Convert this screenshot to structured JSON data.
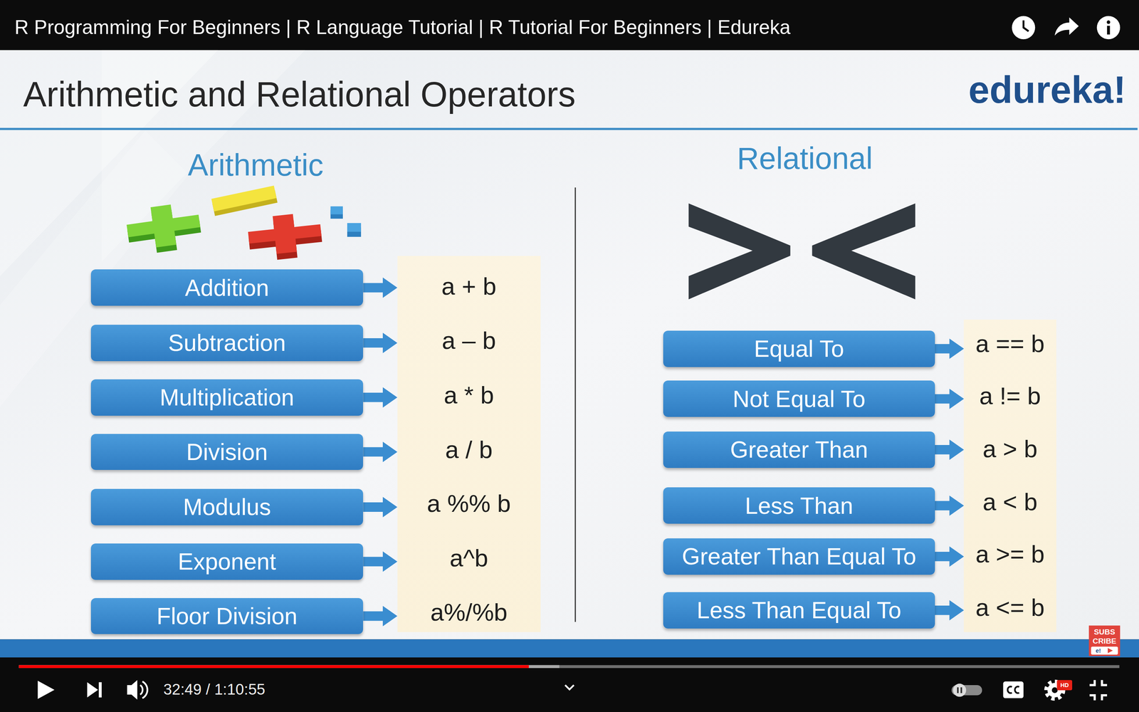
{
  "diagram": {
    "title": "Arithmetic and Relational Operators",
    "nodes": [
      {
        "text": [
          "Addition"
        ]
      },
      {
        "text": [
          "Subtraction"
        ]
      },
      {
        "text": [
          "Multiplication"
        ]
      },
      {
        "text": [
          "Division"
        ]
      },
      {
        "text": [
          "Modulus"
        ]
      },
      {
        "text": [
          "Exponent"
        ]
      },
      {
        "text": [
          "Floor Division"
        ]
      },
      {
        "text": [
          "a + b",
          "a – b",
          "a * b",
          "a / b",
          "a %% b",
          "a^b",
          "a%/%b"
        ]
      },
      {
        "text": [
          "Equal To"
        ]
      },
      {
        "text": [
          "Not Equal To"
        ]
      },
      {
        "text": [
          "Greater Than"
        ]
      },
      {
        "text": [
          "Less Than"
        ]
      },
      {
        "text": [
          "Greater Than Equal To"
        ]
      },
      {
        "text": [
          "Less Than Equal To"
        ]
      },
      {
        "text": [
          "a == b",
          "a != b",
          "a > b",
          "a < b",
          "a >= b",
          "a <= b"
        ]
      }
    ],
    "edges": [
      {
        "from": 0,
        "to": 7,
        "arrow": "to"
      },
      {
        "from": 1,
        "to": 7,
        "arrow": "to"
      },
      {
        "from": 2,
        "to": 7,
        "arrow": "to"
      },
      {
        "from": 3,
        "to": 7,
        "arrow": "to"
      },
      {
        "from": 4,
        "to": 7,
        "arrow": "to"
      },
      {
        "from": 5,
        "to": 7,
        "arrow": "to"
      },
      {
        "from": 6,
        "to": 7,
        "arrow": "to"
      },
      {
        "from": 8,
        "to": 14,
        "arrow": "to"
      },
      {
        "from": 9,
        "to": 14,
        "arrow": "to"
      },
      {
        "from": 10,
        "to": 14,
        "arrow": "to"
      },
      {
        "from": 11,
        "to": 14,
        "arrow": "to"
      },
      {
        "from": 12,
        "to": 14,
        "arrow": "to"
      },
      {
        "from": 13,
        "to": 14,
        "arrow": "to"
      }
    ],
    "labels": [
      "R Programming For Beginners | R Language Tutorial | R Tutorial For Beginners | Edureka",
      "edureka!",
      "Arithmetic",
      "Relational",
      "32:49 / 1:10:55",
      "SUBS",
      "CRIBE",
      "e!",
      "HD"
    ]
  }
}
